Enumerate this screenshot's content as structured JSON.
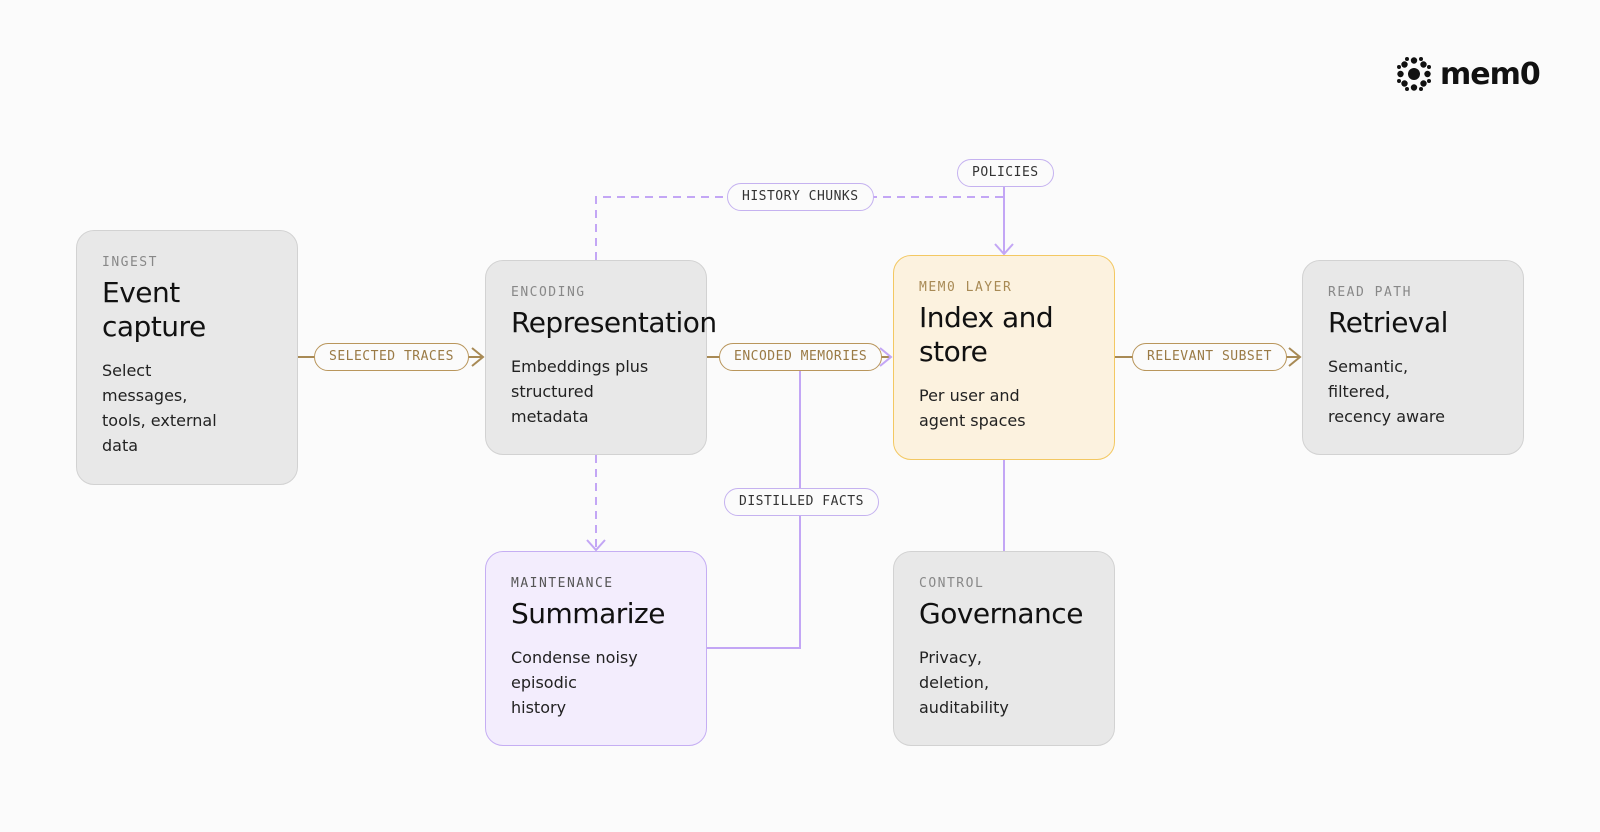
{
  "brand": {
    "name": "mem0"
  },
  "nodes": {
    "ingest": {
      "kicker": "INGEST",
      "title": "Event\ncapture",
      "desc": "Select\nmessages,\ntools, external\ndata"
    },
    "encoding": {
      "kicker": "ENCODING",
      "title": "Representation",
      "desc": "Embeddings plus\nstructured\nmetadata"
    },
    "memo": {
      "kicker": "MEM0 LAYER",
      "title": "Index and\nstore",
      "desc": "Per user and\nagent spaces"
    },
    "read": {
      "kicker": "READ PATH",
      "title": "Retrieval",
      "desc": "Semantic,\nfiltered,\nrecency aware"
    },
    "maintenance": {
      "kicker": "MAINTENANCE",
      "title": "Summarize",
      "desc": "Condense noisy\nepisodic\nhistory"
    },
    "control": {
      "kicker": "CONTROL",
      "title": "Governance",
      "desc": "Privacy,\ndeletion,\nauditability"
    }
  },
  "edges": {
    "selected_traces": "SELECTED TRACES",
    "encoded_memories": "ENCODED MEMORIES",
    "relevant_subset": "RELEVANT SUBSET",
    "history_chunks": "HISTORY CHUNKS",
    "policies": "POLICIES",
    "distilled_facts": "DISTILLED FACTS"
  },
  "colors": {
    "gold_edge": "#a88a55",
    "purple_edge": "#c3a6f5",
    "memo_fill": "#fcf2df",
    "memo_border": "#f3c862",
    "maint_fill": "#f3edfd",
    "maint_border": "#c5aef3",
    "node_fill": "#e8e8e8"
  }
}
